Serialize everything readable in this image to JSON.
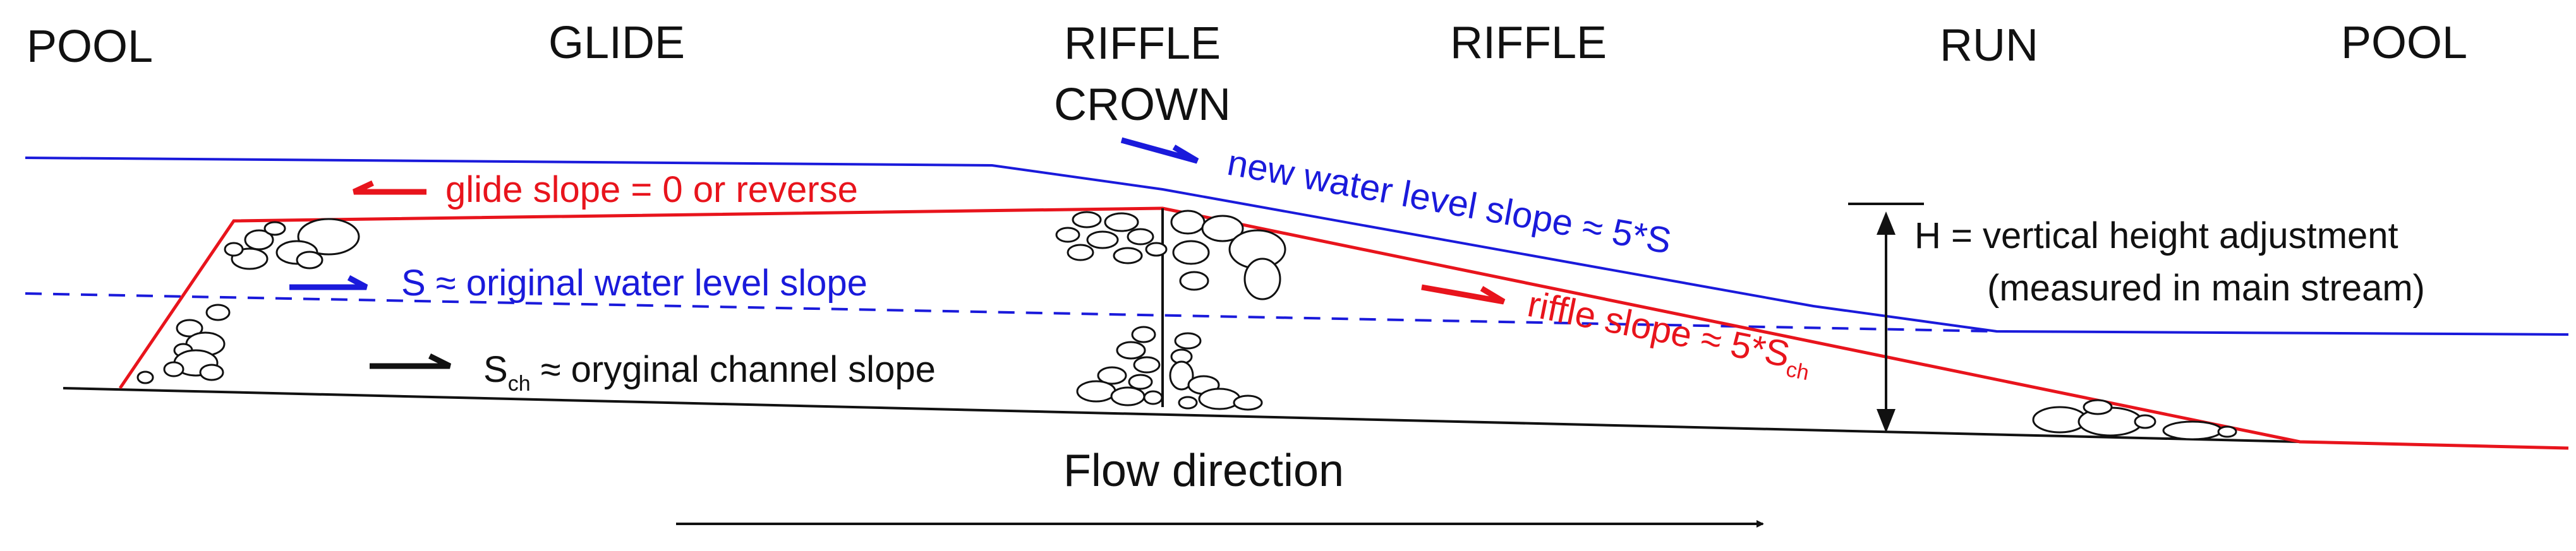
{
  "colors": {
    "water": "#1a1adb",
    "bed": "#e8141c",
    "channel": "#111111",
    "rock_stroke": "#111111",
    "background": "#ffffff"
  },
  "sections": {
    "pool_left": "POOL",
    "glide": "GLIDE",
    "riffle_crown_line1": "RIFFLE",
    "riffle_crown_line2": "CROWN",
    "riffle": "RIFFLE",
    "run": "RUN",
    "pool_right": "POOL"
  },
  "annotations": {
    "glide_slope": "glide slope = 0 or reverse",
    "original_water_slope": "S ≈ original water level slope",
    "new_water_slope": "new water level slope ≈ 5*S",
    "channel_slope_symbol": "S",
    "channel_slope_subscript": "ch",
    "channel_slope_text": " ≈ oryginal channel slope",
    "riffle_slope_text": "riffle slope ≈ 5*S",
    "riffle_slope_subscript": "ch",
    "height_line1": "H = vertical height adjustment",
    "height_line2": "(measured in main stream)",
    "flow_direction": "Flow direction"
  }
}
